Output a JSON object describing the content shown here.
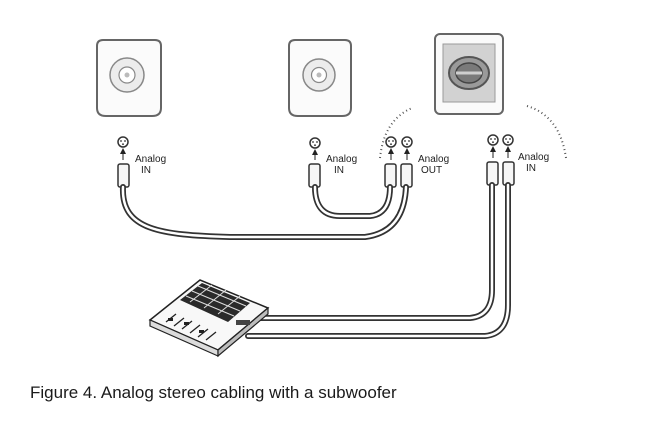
{
  "labels": {
    "speaker1_in": [
      "Analog",
      "IN"
    ],
    "speaker2_in": [
      "Analog",
      "IN"
    ],
    "sub_out": [
      "Analog",
      "OUT"
    ],
    "sub_in": [
      "Analog",
      "IN"
    ]
  },
  "caption": "Figure 4. Analog stereo cabling with a subwoofer",
  "icons": [
    "speaker-icon",
    "subwoofer-icon",
    "xlr-connector-icon",
    "mixer-icon"
  ]
}
